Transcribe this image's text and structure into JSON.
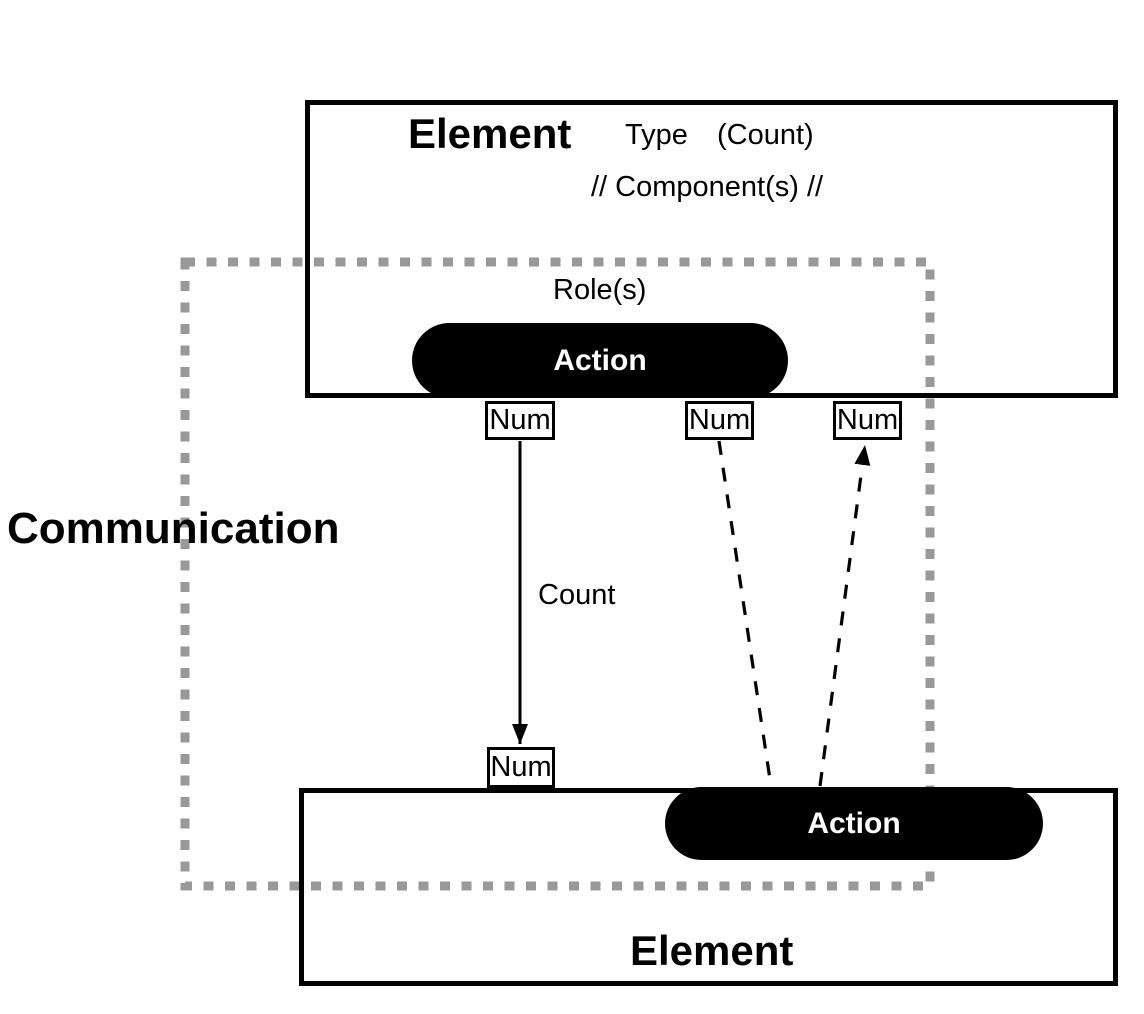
{
  "diagram": {
    "top_element": {
      "title": "Element",
      "type_label": "Type",
      "count_label": "(Count)",
      "components_label": "// Component(s) //"
    },
    "communication": {
      "label": "Communication",
      "roles_label": "Role(s)"
    },
    "top_action": {
      "label": "Action"
    },
    "bottom_action": {
      "label": "Action"
    },
    "num_labels": [
      "Num",
      "Num",
      "Num",
      "Num"
    ],
    "count_arrow_label": "Count",
    "bottom_element": {
      "title": "Element"
    },
    "colors": {
      "line": "#000000",
      "boundary_dash": "#999999",
      "action_fill": "#000000",
      "action_text": "#ffffff",
      "background": "#ffffff"
    }
  }
}
